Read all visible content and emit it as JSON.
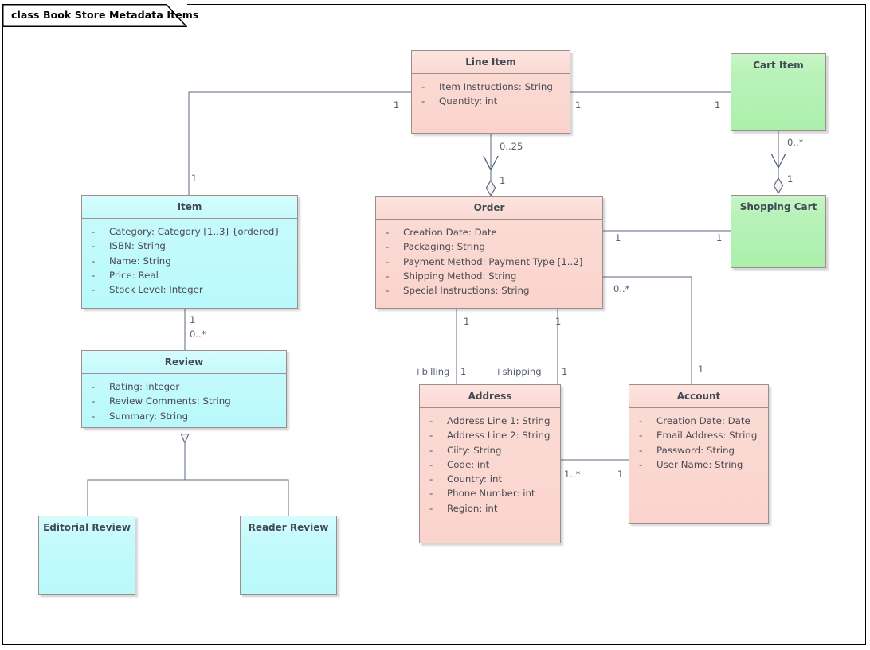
{
  "frame": {
    "title": "class Book Store Metadata Items",
    "kind": "class"
  },
  "palette": {
    "pink_fill": "#fad4cc",
    "cyan_fill": "#b9f9fb",
    "green_fill": "#aaf0ab",
    "border": "#9d8d8d",
    "connector": "#5a6a82",
    "text": "#4a4a52",
    "title_text": "#404a56",
    "frame_border": "#000000",
    "canvas": "#ffffff"
  },
  "classes": [
    {
      "id": "line-item",
      "name": "Line Item",
      "style": "pink",
      "attributes": [
        {
          "visibility": "-",
          "text": "Item Instructions: String"
        },
        {
          "visibility": "-",
          "text": "Quantity: int"
        }
      ]
    },
    {
      "id": "cart-item",
      "name": "Cart Item",
      "style": "green",
      "attributes": []
    },
    {
      "id": "item",
      "name": "Item",
      "style": "cyan",
      "attributes": [
        {
          "visibility": "-",
          "text": "Category: Category [1..3] {ordered}"
        },
        {
          "visibility": "-",
          "text": "ISBN: String"
        },
        {
          "visibility": "-",
          "text": "Name: String"
        },
        {
          "visibility": "-",
          "text": "Price: Real"
        },
        {
          "visibility": "-",
          "text": "Stock Level: Integer"
        }
      ]
    },
    {
      "id": "order",
      "name": "Order",
      "style": "pink",
      "attributes": [
        {
          "visibility": "-",
          "text": "Creation Date: Date"
        },
        {
          "visibility": "-",
          "text": "Packaging: String"
        },
        {
          "visibility": "-",
          "text": "Payment Method: Payment Type [1..2]"
        },
        {
          "visibility": "-",
          "text": "Shipping Method: String"
        },
        {
          "visibility": "-",
          "text": "Special Instructions: String"
        }
      ]
    },
    {
      "id": "shopping-cart",
      "name": "Shopping Cart",
      "style": "green",
      "attributes": []
    },
    {
      "id": "review",
      "name": "Review",
      "style": "cyan",
      "attributes": [
        {
          "visibility": "-",
          "text": "Rating: Integer"
        },
        {
          "visibility": "-",
          "text": "Review Comments: String"
        },
        {
          "visibility": "-",
          "text": "Summary: String"
        }
      ]
    },
    {
      "id": "address",
      "name": "Address",
      "style": "pink",
      "attributes": [
        {
          "visibility": "-",
          "text": "Address Line 1: String"
        },
        {
          "visibility": "-",
          "text": "Address Line 2: String"
        },
        {
          "visibility": "-",
          "text": "Ciity: String"
        },
        {
          "visibility": "-",
          "text": "Code: int"
        },
        {
          "visibility": "-",
          "text": "Country: int"
        },
        {
          "visibility": "-",
          "text": "Phone Number: int"
        },
        {
          "visibility": "-",
          "text": "Region: int"
        }
      ]
    },
    {
      "id": "account",
      "name": "Account",
      "style": "pink",
      "attributes": [
        {
          "visibility": "-",
          "text": "Creation Date: Date"
        },
        {
          "visibility": "-",
          "text": "Email Address: String"
        },
        {
          "visibility": "-",
          "text": "Password: String"
        },
        {
          "visibility": "-",
          "text": "User Name: String"
        }
      ]
    },
    {
      "id": "editorial-review",
      "name": "Editorial Review",
      "style": "cyan",
      "attributes": []
    },
    {
      "id": "reader-review",
      "name": "Reader Review",
      "style": "cyan",
      "attributes": []
    }
  ],
  "relationships": [
    {
      "id": "item-lineitem",
      "type": "association",
      "source": "Item",
      "target": "Line Item",
      "source_mult": "1",
      "target_mult": "1"
    },
    {
      "id": "lineitem-cartitem",
      "type": "association",
      "source": "Line Item",
      "target": "Cart Item",
      "source_mult": "1",
      "target_mult": "1"
    },
    {
      "id": "lineitem-order",
      "type": "aggregation",
      "source": "Line Item",
      "target": "Order",
      "source_mult": "0..25",
      "target_mult": "1"
    },
    {
      "id": "cartitem-cart",
      "type": "aggregation",
      "source": "Cart Item",
      "target": "Shopping Cart",
      "source_mult": "0..*",
      "target_mult": "1"
    },
    {
      "id": "order-cart",
      "type": "association",
      "source": "Order",
      "target": "Shopping Cart",
      "source_mult": "1",
      "target_mult": "1"
    },
    {
      "id": "item-review",
      "type": "association",
      "source": "Item",
      "target": "Review",
      "source_mult": "1",
      "target_mult": "0..*"
    },
    {
      "id": "order-billing",
      "type": "association",
      "source": "Order",
      "target": "Address",
      "source_mult": "1",
      "target_mult": "1",
      "target_role": "+billing"
    },
    {
      "id": "order-shipping",
      "type": "association",
      "source": "Order",
      "target": "Address",
      "source_mult": "1",
      "target_mult": "1",
      "target_role": "+shipping"
    },
    {
      "id": "order-account",
      "type": "association",
      "source": "Order",
      "target": "Account",
      "source_mult": "0..*",
      "target_mult": "1"
    },
    {
      "id": "address-account",
      "type": "association",
      "source": "Address",
      "target": "Account",
      "source_mult": "1..*",
      "target_mult": "1"
    },
    {
      "id": "editorial-review-g",
      "type": "generalization",
      "source": "Editorial Review",
      "target": "Review"
    },
    {
      "id": "reader-review-g",
      "type": "generalization",
      "source": "Reader Review",
      "target": "Review"
    }
  ],
  "labels": {
    "item_lineitem_src": "1",
    "item_lineitem_tgt": "1",
    "lineitem_cartitem_src": "1",
    "lineitem_cartitem_tgt": "1",
    "lineitem_order_src": "0..25",
    "lineitem_order_tgt": "1",
    "cartitem_cart_src": "0..*",
    "cartitem_cart_tgt": "1",
    "order_cart_src": "1",
    "order_cart_tgt": "1",
    "item_review_src": "1",
    "item_review_tgt": "0..*",
    "order_billing_src": "1",
    "order_billing_role": "+billing",
    "order_billing_tgt": "1",
    "order_shipping_src": "1",
    "order_shipping_role": "+shipping",
    "order_shipping_tgt": "1",
    "order_account_src": "0..*",
    "order_account_tgt": "1",
    "address_account_src": "1..*",
    "address_account_tgt": "1"
  }
}
